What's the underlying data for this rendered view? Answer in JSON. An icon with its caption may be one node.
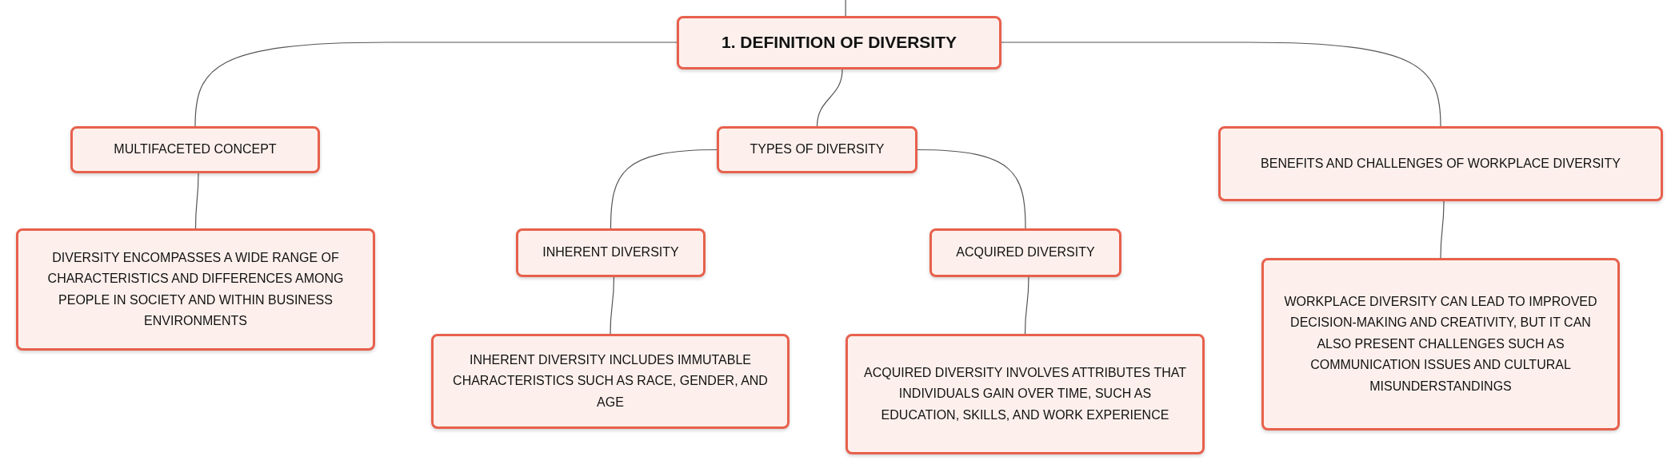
{
  "diagram": {
    "nodes": [
      {
        "text": [
          "1. DEFINITION OF DIVERSITY"
        ]
      },
      {
        "text": [
          "MULTIFACETED CONCEPT"
        ]
      },
      {
        "text": [
          "TYPES OF DIVERSITY"
        ]
      },
      {
        "text": [
          "BENEFITS AND CHALLENGES OF WORKPLACE DIVERSITY"
        ]
      },
      {
        "text": [
          "DIVERSITY ENCOMPASSES A WIDE RANGE OF CHARACTERISTICS AND DIFFERENCES AMONG PEOPLE IN SOCIETY AND WITHIN BUSINESS ENVIRONMENTS"
        ]
      },
      {
        "text": [
          "INHERENT DIVERSITY"
        ]
      },
      {
        "text": [
          "ACQUIRED DIVERSITY"
        ]
      },
      {
        "text": [
          "INHERENT DIVERSITY INCLUDES IMMUTABLE CHARACTERISTICS SUCH AS RACE, GENDER, AND AGE"
        ]
      },
      {
        "text": [
          "ACQUIRED DIVERSITY INVOLVES ATTRIBUTES THAT INDIVIDUALS GAIN OVER TIME, SUCH AS EDUCATION, SKILLS, AND WORK EXPERIENCE"
        ]
      },
      {
        "text": [
          "WORKPLACE DIVERSITY CAN LEAD TO IMPROVED DECISION-MAKING AND CREATIVITY, BUT IT CAN ALSO PRESENT CHALLENGES SUCH AS COMMUNICATION ISSUES AND CULTURAL MISUNDERSTANDINGS"
        ]
      }
    ],
    "edges": [
      {
        "from": null,
        "to": 0,
        "arrow": "none"
      },
      {
        "from": 0,
        "to": 1,
        "arrow": "none"
      },
      {
        "from": 0,
        "to": 2,
        "arrow": "none"
      },
      {
        "from": 0,
        "to": 3,
        "arrow": "none"
      },
      {
        "from": 1,
        "to": 4,
        "arrow": "none"
      },
      {
        "from": 2,
        "to": 5,
        "arrow": "none"
      },
      {
        "from": 2,
        "to": 6,
        "arrow": "none"
      },
      {
        "from": 5,
        "to": 7,
        "arrow": "none"
      },
      {
        "from": 6,
        "to": 8,
        "arrow": "none"
      },
      {
        "from": 3,
        "to": 9,
        "arrow": "none"
      }
    ]
  }
}
